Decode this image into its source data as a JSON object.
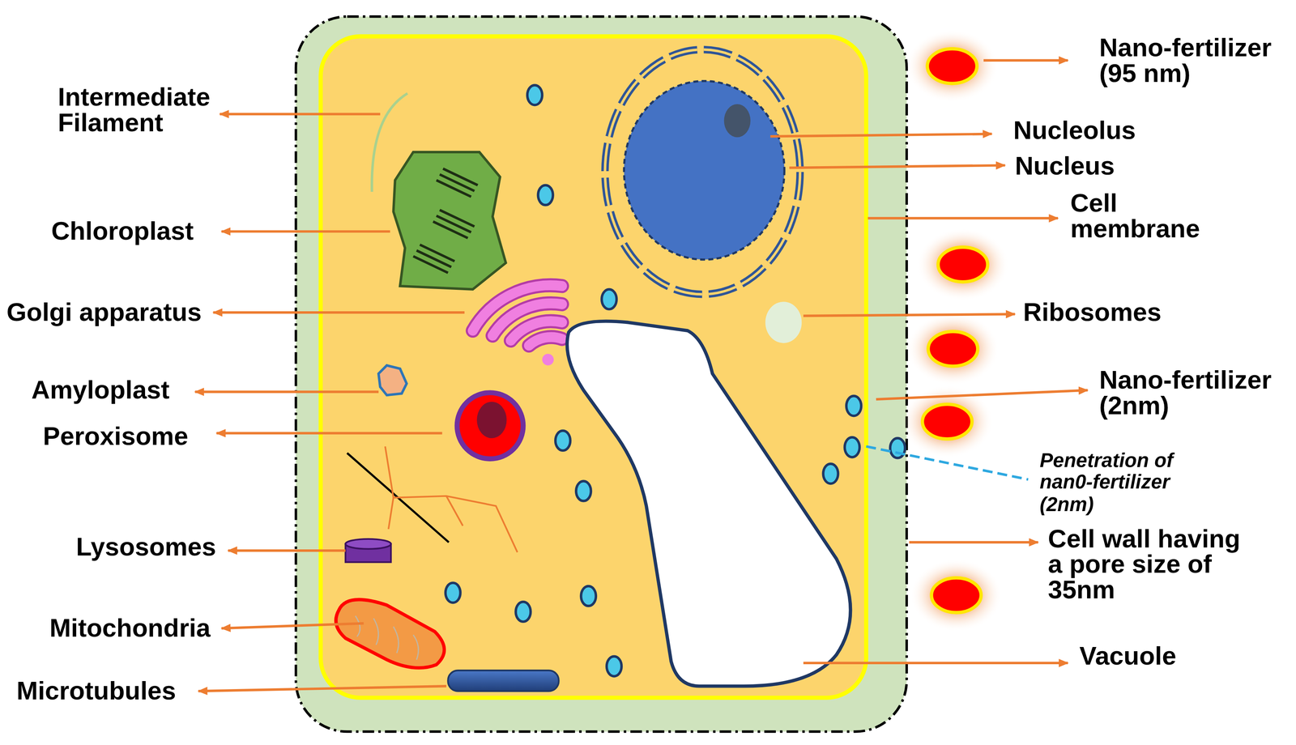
{
  "diagram": {
    "labels": [
      "Intermediate Filament",
      "Chloroplast",
      "Golgi apparatus",
      "Amyloplast",
      "Peroxisome",
      "Lysosomes",
      "Mitochondria",
      "Microtubules",
      "Nano-fertilizer (95 nm)",
      "Nucleolus",
      "Nucleus",
      "Cell membrane",
      "Ribosomes",
      "Nano-fertilizer (2nm)",
      "Penetration of nan0-fertilizer (2nm)",
      "Cell wall having a pore size of 35nm",
      "Vacuole"
    ]
  }
}
